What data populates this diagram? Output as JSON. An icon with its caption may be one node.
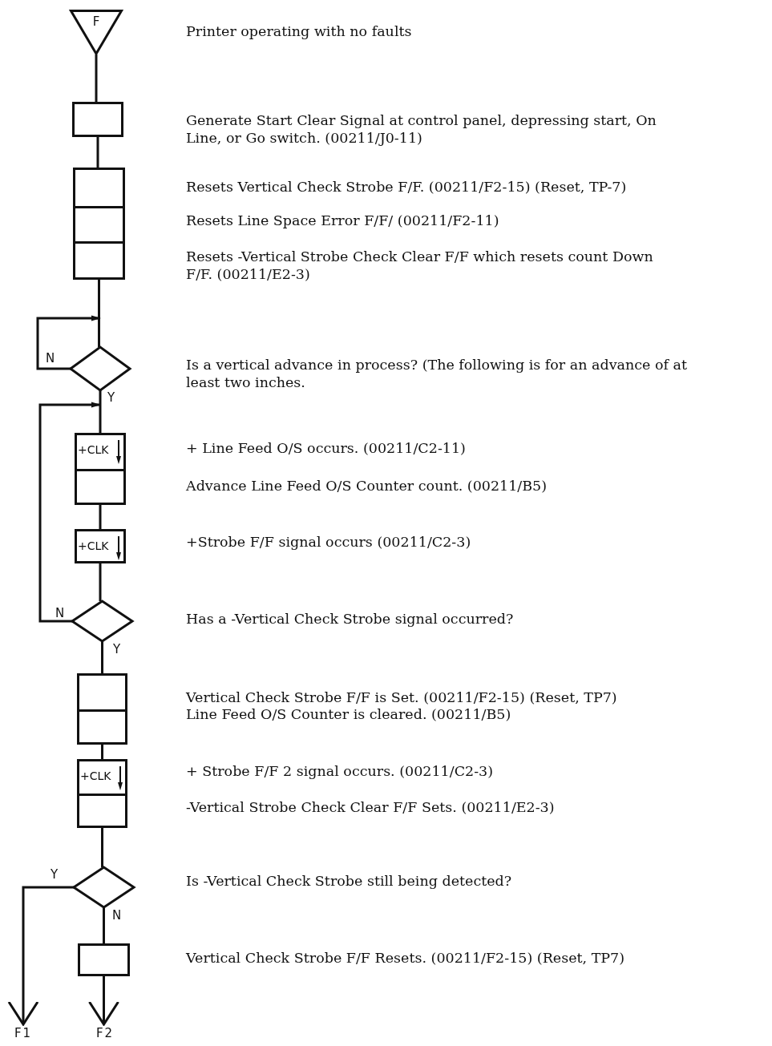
{
  "diagram": {
    "nodes": [
      {
        "text": [
          "F"
        ]
      },
      {
        "text": [],
        "shape": "box"
      },
      {
        "text": [],
        "shape": "box"
      },
      {
        "text": [],
        "shape": "box"
      },
      {
        "text": [],
        "shape": "box"
      },
      {
        "text": [],
        "shape": "diamond",
        "beside": [
          "Is a vertical advance in process? (The following is for an advance of at least two inches."
        ]
      },
      {
        "text": [
          "+CLK"
        ]
      },
      {
        "text": [],
        "shape": "box"
      },
      {
        "text": [
          "+CLK"
        ]
      },
      {
        "text": [],
        "shape": "diamond",
        "beside": [
          "Has a -Vertical Check Strobe signal occurred?"
        ]
      },
      {
        "text": [],
        "shape": "box"
      },
      {
        "text": [],
        "shape": "box"
      },
      {
        "text": [
          "+CLK"
        ]
      },
      {
        "text": [],
        "shape": "box"
      },
      {
        "text": [],
        "shape": "diamond",
        "beside": [
          "Is -Vertical Check Strobe still being detected?"
        ]
      },
      {
        "text": [],
        "shape": "box"
      },
      {
        "text": [
          "F1"
        ]
      },
      {
        "text": [
          "F2"
        ]
      }
    ],
    "edges": [
      {
        "from": 0,
        "to": 1,
        "arrow": "none"
      },
      {
        "from": 1,
        "to": 2,
        "arrow": "none"
      },
      {
        "from": 4,
        "to": 5,
        "arrow": "none"
      },
      {
        "from": 5,
        "to": 5,
        "arrow": "to",
        "label": "N"
      },
      {
        "from": 5,
        "to": 6,
        "arrow": "none",
        "label": "Y"
      },
      {
        "from": 7,
        "to": 8,
        "arrow": "none"
      },
      {
        "from": 8,
        "to": 9,
        "arrow": "none"
      },
      {
        "from": 9,
        "to": 6,
        "arrow": "to",
        "label": "N"
      },
      {
        "from": 9,
        "to": 10,
        "arrow": "none",
        "label": "Y"
      },
      {
        "from": 11,
        "to": 12,
        "arrow": "none"
      },
      {
        "from": 13,
        "to": 14,
        "arrow": "none"
      },
      {
        "from": 14,
        "to": 16,
        "arrow": "to",
        "label": "Y"
      },
      {
        "from": 14,
        "to": 15,
        "arrow": "none",
        "label": "N"
      },
      {
        "from": 15,
        "to": 17,
        "arrow": "to"
      }
    ],
    "labels": [
      "Printer operating with no faults",
      "Generate Start Clear Signal at control panel, depressing start, On Line, or Go switch. (00211/J0-11)",
      "Resets Vertical Check Strobe F/F. (00211/F2-15) (Reset, TP-7)",
      "Resets Line Space Error F/F/ (00211/F2-11)",
      "Resets -Vertical Strobe Check Clear F/F which resets count Down F/F. (00211/E2-3)",
      "+ Line Feed O/S occurs. (00211/C2-11)",
      "Advance Line Feed O/S Counter count. (00211/B5)",
      "+Strobe F/F signal occurs (00211/C2-3)",
      "Vertical Check Strobe F/F is Set. (00211/F2-15) (Reset, TP7)",
      "Line Feed O/S Counter is cleared. (00211/B5)",
      "+ Strobe F/F 2 signal occurs. (00211/C2-3)",
      "-Vertical Strobe Check Clear F/F Sets. (00211/E2-3)",
      "Vertical Check Strobe F/F Resets. (00211/F2-15) (Reset, TP7)"
    ]
  }
}
